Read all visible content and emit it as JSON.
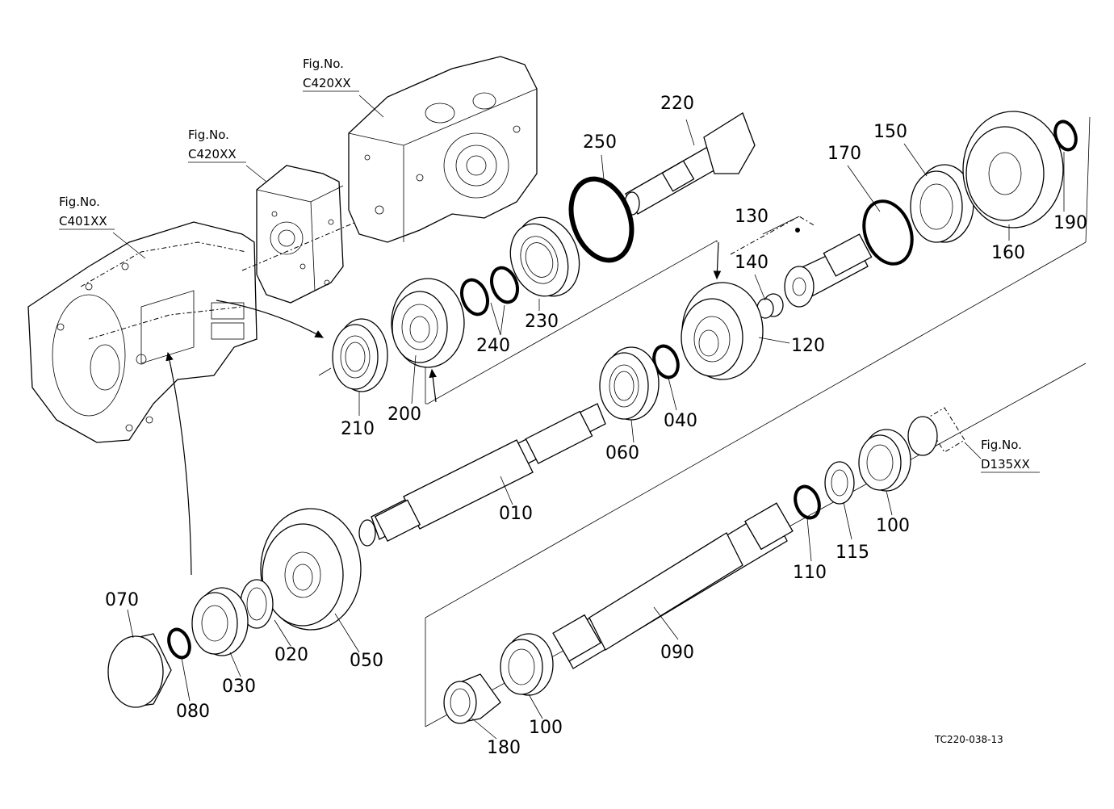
{
  "figure_refs": [
    {
      "id": "ref-c420-top",
      "prefix": "Fig.No.",
      "code": "C420XX"
    },
    {
      "id": "ref-c420-mid",
      "prefix": "Fig.No.",
      "code": "C420XX"
    },
    {
      "id": "ref-c401",
      "prefix": "Fig.No.",
      "code": "C401XX"
    },
    {
      "id": "ref-d135",
      "prefix": "Fig.No.",
      "code": "D135XX"
    }
  ],
  "part_labels": {
    "p010": "010",
    "p020": "020",
    "p030": "030",
    "p040": "040",
    "p050": "050",
    "p060": "060",
    "p070": "070",
    "p080": "080",
    "p090": "090",
    "p100a": "100",
    "p100b": "100",
    "p110": "110",
    "p115": "115",
    "p120": "120",
    "p130": "130",
    "p140": "140",
    "p150": "150",
    "p160": "160",
    "p170": "170",
    "p180": "180",
    "p190": "190",
    "p200": "200",
    "p210": "210",
    "p220": "220",
    "p230": "230",
    "p240": "240",
    "p250": "250"
  },
  "drawing_code": "TC220-038-13"
}
